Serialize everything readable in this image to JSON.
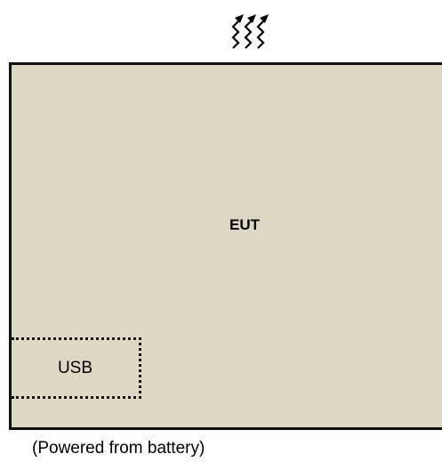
{
  "diagram": {
    "emission_icon": "radiated-emission-arrows-icon",
    "eut": {
      "label": "EUT",
      "fill_color": "#ddd8c4"
    },
    "usb_port": {
      "label": "USB"
    },
    "power_note": "(Powered from battery)"
  }
}
